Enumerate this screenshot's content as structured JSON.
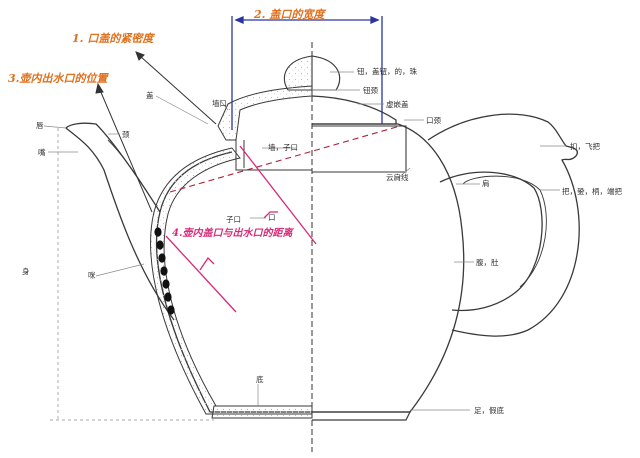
{
  "colors": {
    "outline": "#3a3a3a",
    "leader": "#8a8a8a",
    "blue": "#2a35a0",
    "orange": "#e0701e",
    "magenta": "#d8287a",
    "crimson": "#b0223a",
    "hole": "#111111",
    "texture": "#bdbdbd"
  },
  "annotations": {
    "lid_fit": "1. 口盖的紧密度",
    "lid_width": "2. 盖口的宽度",
    "spout_position": "3.壶内出水口的位置",
    "distance": "4.壶内盖口与出水口的距离"
  },
  "labels": {
    "knob": "钮，盖钮，的，珠",
    "knob_neck": "钮颈",
    "lid": "盖",
    "lid_outer_rim": "墙口",
    "lip": "唇",
    "neck": "颈",
    "spout_mouth": "嘴",
    "wall_lid_seat": "墙，子口",
    "cloud_shoulder_line": "云肩线",
    "female_rim": "子口",
    "mouth": "口",
    "body": "身",
    "spout": "咪",
    "pressed_lid": "虚嵌盖",
    "mouth_neck": "口颈",
    "shoulder": "肩",
    "belly": "腹，肚",
    "handle_top": "扣，飞把",
    "handle": "把，銎，柄，端把",
    "base": "底",
    "foot": "足，假底"
  },
  "icons": {
    "knob": "knob-icon",
    "strainer_holes": "strainer-hole-icon"
  }
}
